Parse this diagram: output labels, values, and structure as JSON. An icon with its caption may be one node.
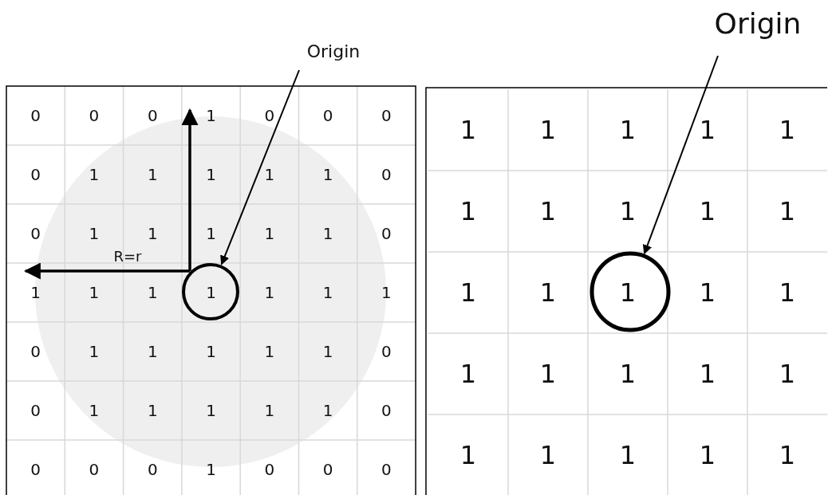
{
  "diagram": {
    "nodes": [
      {
        "text": [
          "Origin"
        ]
      },
      {
        "text": [],
        "shape": "circle"
      },
      {
        "text": [
          "Origin"
        ]
      },
      {
        "text": [],
        "shape": "circle"
      }
    ],
    "edges": [
      {
        "from": 0,
        "to": 1,
        "arrow": "to"
      },
      {
        "from": 2,
        "to": 3,
        "arrow": "to"
      }
    ],
    "labels": [
      "0",
      "0",
      "0",
      "1",
      "0",
      "0",
      "0",
      "0",
      "1",
      "1",
      "1",
      "1",
      "1",
      "0",
      "0",
      "1",
      "1",
      "1",
      "1",
      "1",
      "0",
      "1",
      "1",
      "1",
      "1",
      "1",
      "1",
      "1",
      "0",
      "1",
      "1",
      "1",
      "1",
      "1",
      "0",
      "0",
      "1",
      "1",
      "1",
      "1",
      "1",
      "0",
      "0",
      "0",
      "0",
      "1",
      "0",
      "0",
      "0",
      "R=r",
      "1",
      "1",
      "1",
      "1",
      "1",
      "1",
      "1",
      "1",
      "1",
      "1",
      "1",
      "1",
      "1",
      "1",
      "1",
      "1",
      "1",
      "1",
      "1",
      "1",
      "1",
      "1",
      "1",
      "1",
      "1"
    ]
  }
}
